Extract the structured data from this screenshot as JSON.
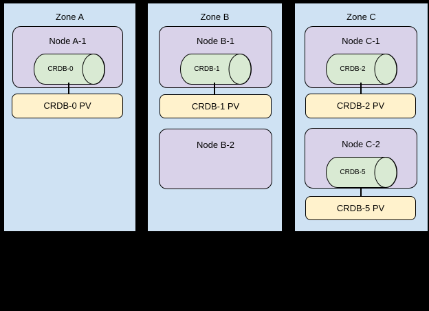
{
  "colors": {
    "background": "#000000",
    "zone_fill": "#cfe2f3",
    "node_fill": "#d9d2e9",
    "cylinder_fill": "#d9ead3",
    "pv_fill": "#fff2cc",
    "border": "#000000",
    "text": "#000000"
  },
  "zones": [
    {
      "label": "Zone A",
      "nodes": [
        {
          "label": "Node A-1",
          "cylinder": "CRDB-0",
          "pv": "CRDB-0 PV"
        }
      ]
    },
    {
      "label": "Zone B",
      "nodes": [
        {
          "label": "Node B-1",
          "cylinder": "CRDB-1",
          "pv": "CRDB-1 PV"
        },
        {
          "label": "Node B-2"
        }
      ]
    },
    {
      "label": "Zone C",
      "nodes": [
        {
          "label": "Node C-1",
          "cylinder": "CRDB-2",
          "pv": "CRDB-2 PV"
        },
        {
          "label": "Node C-2",
          "cylinder": "CRDB-5",
          "pv": "CRDB-5 PV"
        }
      ]
    }
  ]
}
